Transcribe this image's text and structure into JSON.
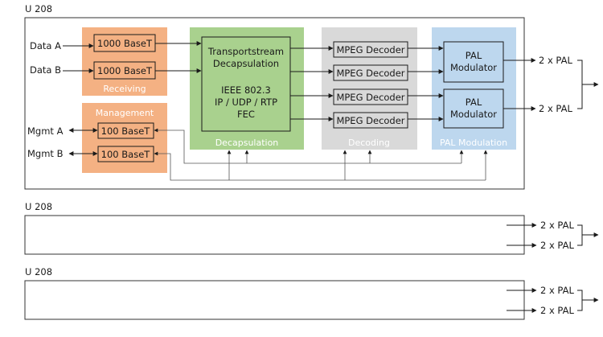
{
  "units": [
    {
      "label": "U 208"
    },
    {
      "label": "U 208"
    },
    {
      "label": "U 208"
    }
  ],
  "inputs": {
    "data_a": "Data A",
    "data_b": "Data B",
    "mgmt_a": "Mgmt A",
    "mgmt_b": "Mgmt B"
  },
  "groups": {
    "receiving": "Receiving",
    "management": "Management",
    "decapsulation": "Decapsulation",
    "decoding": "Decoding",
    "pal_modulation": "PAL Modulation"
  },
  "boxes": {
    "rx1": "1000 BaseT",
    "rx2": "1000 BaseT",
    "mg1": "100 BaseT",
    "mg2": "100 BaseT",
    "decap_line1": "Transportstream",
    "decap_line2": "Decapsulation",
    "decap_line3": "IEEE 802.3",
    "decap_line4": "IP / UDP / RTP",
    "decap_line5": "FEC",
    "dec1": "MPEG Decoder",
    "dec2": "MPEG Decoder",
    "dec3": "MPEG Decoder",
    "dec4": "MPEG Decoder",
    "pal1_line1": "PAL",
    "pal1_line2": "Modulator",
    "pal2_line1": "PAL",
    "pal2_line2": "Modulator"
  },
  "outputs": {
    "u1_out1": "2 x PAL",
    "u1_out2": "2 x PAL",
    "u2_out1": "2 x PAL",
    "u2_out2": "2 x PAL",
    "u3_out1": "2 x PAL",
    "u3_out2": "2 x PAL"
  },
  "colors": {
    "receiving": "#f4b183",
    "management": "#f4b183",
    "decapsulation": "#a9d18e",
    "decoding": "#d9d9d9",
    "pal_modulation": "#bdd7ee"
  }
}
